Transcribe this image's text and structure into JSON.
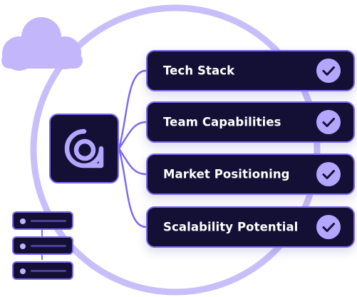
{
  "items": [
    {
      "label": "Tech Stack",
      "icon": "check-icon"
    },
    {
      "label": "Team Capabilities",
      "icon": "check-icon"
    },
    {
      "label": "Market Positioning",
      "icon": "check-icon"
    },
    {
      "label": "Scalability Potential",
      "icon": "check-icon"
    }
  ],
  "colors": {
    "card_background": "#140f35",
    "accent": "#7d6bf0",
    "ring": "#c8befa",
    "cloud": "#c3b6fb",
    "badge": "#b4a6ff"
  },
  "icons": {
    "hub": "logo-icon",
    "cloud": "cloud-icon",
    "servers": "server-stack-icon"
  }
}
